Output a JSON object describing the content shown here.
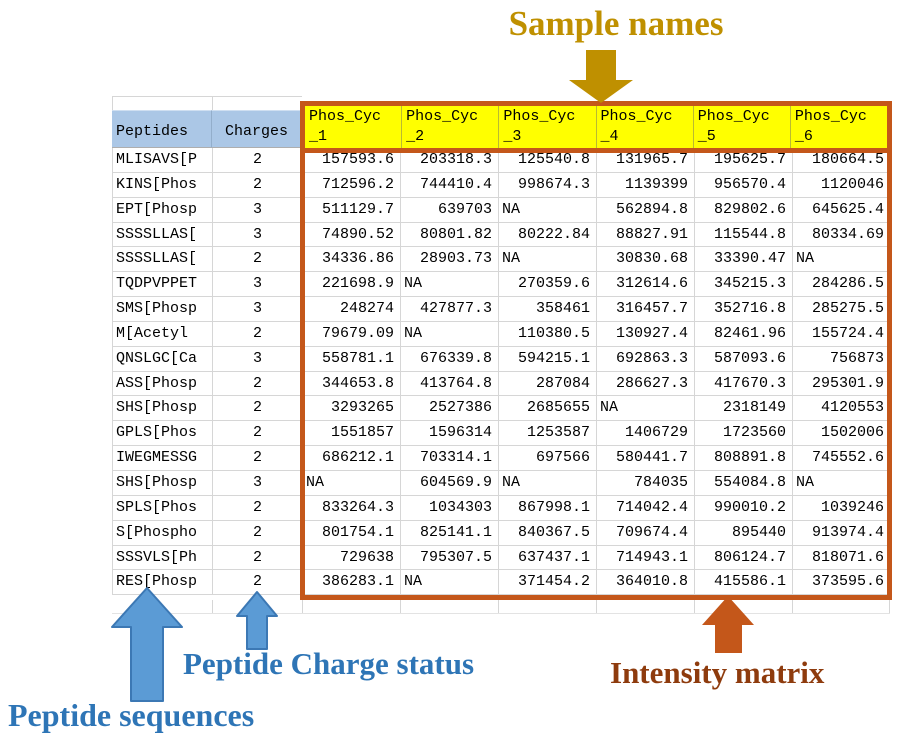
{
  "annotations": {
    "sample_names": "Sample names",
    "peptide_sequences": "Peptide sequences",
    "peptide_charge_status": "Peptide Charge status",
    "intensity_matrix": "Intensity matrix"
  },
  "colors": {
    "gold": "#BF9000",
    "blue": "#2E75B6",
    "arrowBlue": "#5B9BD5",
    "arrowBlueStroke": "#3C78B4",
    "rust": "#C4571A",
    "rustText": "#8E3B0D",
    "headerBlue": "#ABC7E6",
    "yellow": "#FFFF00"
  },
  "table": {
    "peptides_header": "Peptides",
    "charges_header": "Charges",
    "sample_headers": [
      {
        "line1": "Phos_Cyc",
        "line2": "_1"
      },
      {
        "line1": "Phos_Cyc",
        "line2": "_2"
      },
      {
        "line1": "Phos_Cyc",
        "line2": "_3"
      },
      {
        "line1": "Phos_Cyc",
        "line2": "_4"
      },
      {
        "line1": "Phos_Cyc",
        "line2": "_5"
      },
      {
        "line1": "Phos_Cyc",
        "line2": "_6"
      }
    ],
    "rows": [
      {
        "peptide": "MLISAVS[P",
        "charge": "2",
        "values": [
          "157593.6",
          "203318.3",
          "125540.8",
          "131965.7",
          "195625.7",
          "180664.5"
        ]
      },
      {
        "peptide": "KINS[Phos",
        "charge": "2",
        "values": [
          "712596.2",
          "744410.4",
          "998674.3",
          "1139399",
          "956570.4",
          "1120046"
        ]
      },
      {
        "peptide": "EPT[Phosp",
        "charge": "3",
        "values": [
          "511129.7",
          "639703",
          "NA",
          "562894.8",
          "829802.6",
          "645625.4"
        ]
      },
      {
        "peptide": "SSSSLLAS[",
        "charge": "3",
        "values": [
          "74890.52",
          "80801.82",
          "80222.84",
          "88827.91",
          "115544.8",
          "80334.69"
        ]
      },
      {
        "peptide": "SSSSLLAS[",
        "charge": "2",
        "values": [
          "34336.86",
          "28903.73",
          "NA",
          "30830.68",
          "33390.47",
          "NA"
        ]
      },
      {
        "peptide": "TQDPVPPET",
        "charge": "3",
        "values": [
          "221698.9",
          "NA",
          "270359.6",
          "312614.6",
          "345215.3",
          "284286.5"
        ]
      },
      {
        "peptide": "SMS[Phosp",
        "charge": "3",
        "values": [
          "248274",
          "427877.3",
          "358461",
          "316457.7",
          "352716.8",
          "285275.5"
        ]
      },
      {
        "peptide": "M[Acetyl",
        "charge": "2",
        "values": [
          "79679.09",
          "NA",
          "110380.5",
          "130927.4",
          "82461.96",
          "155724.4"
        ]
      },
      {
        "peptide": "QNSLGC[Ca",
        "charge": "3",
        "values": [
          "558781.1",
          "676339.8",
          "594215.1",
          "692863.3",
          "587093.6",
          "756873"
        ]
      },
      {
        "peptide": "ASS[Phosp",
        "charge": "2",
        "values": [
          "344653.8",
          "413764.8",
          "287084",
          "286627.3",
          "417670.3",
          "295301.9"
        ]
      },
      {
        "peptide": "SHS[Phosp",
        "charge": "2",
        "values": [
          "3293265",
          "2527386",
          "2685655",
          "NA",
          "2318149",
          "4120553"
        ]
      },
      {
        "peptide": "GPLS[Phos",
        "charge": "2",
        "values": [
          "1551857",
          "1596314",
          "1253587",
          "1406729",
          "1723560",
          "1502006"
        ]
      },
      {
        "peptide": "IWEGMESSG",
        "charge": "2",
        "values": [
          "686212.1",
          "703314.1",
          "697566",
          "580441.7",
          "808891.8",
          "745552.6"
        ]
      },
      {
        "peptide": "SHS[Phosp",
        "charge": "3",
        "values": [
          "NA",
          "604569.9",
          "NA",
          "784035",
          "554084.8",
          "NA"
        ]
      },
      {
        "peptide": "SPLS[Phos",
        "charge": "2",
        "values": [
          "833264.3",
          "1034303",
          "867998.1",
          "714042.4",
          "990010.2",
          "1039246"
        ]
      },
      {
        "peptide": "S[Phospho",
        "charge": "2",
        "values": [
          "801754.1",
          "825141.1",
          "840367.5",
          "709674.4",
          "895440",
          "913974.4"
        ]
      },
      {
        "peptide": "SSSVLS[Ph",
        "charge": "2",
        "values": [
          "729638",
          "795307.5",
          "637437.1",
          "714943.1",
          "806124.7",
          "818071.6"
        ]
      },
      {
        "peptide": "RES[Phosp",
        "charge": "2",
        "values": [
          "386283.1",
          "NA",
          "371454.2",
          "364010.8",
          "415586.1",
          "373595.6"
        ]
      }
    ]
  }
}
